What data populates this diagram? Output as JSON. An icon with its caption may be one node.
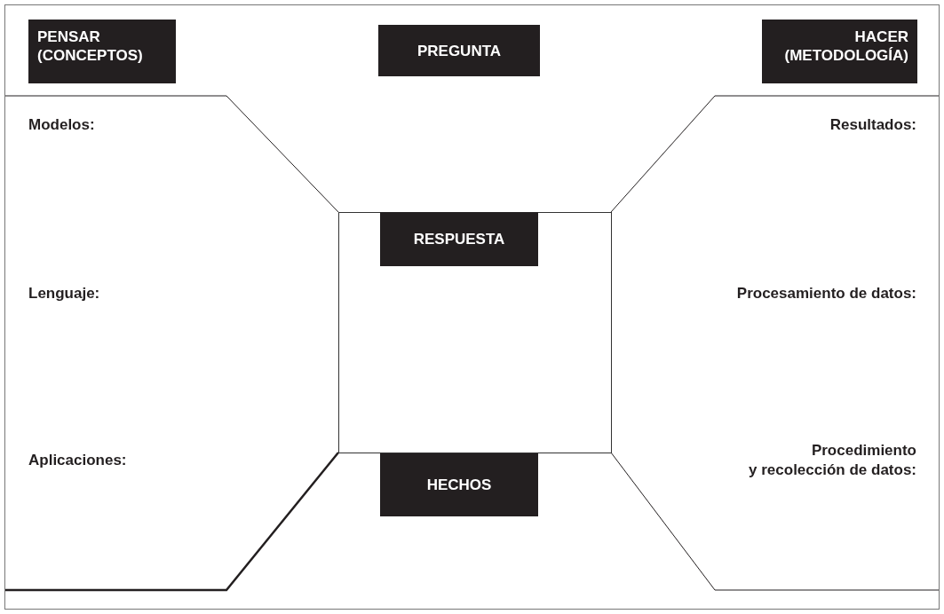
{
  "diagram": {
    "nodes": [
      {
        "text": [
          "PENSAR (CONCEPTOS)"
        ]
      },
      {
        "text": [
          "PREGUNTA"
        ]
      },
      {
        "text": [
          "HACER (METODOLOGÍA)"
        ]
      },
      {
        "text": [],
        "shape": "box"
      },
      {
        "text": [
          "RESPUESTA"
        ],
        "in": 3
      },
      {
        "text": [
          "HECHOS"
        ]
      }
    ],
    "edges": [],
    "labels": [
      "Modelos:",
      "Resultados:",
      "Lenguaje:",
      "Procesamiento de datos:",
      "Aplicaciones:",
      "Procedimiento y recolección de datos:"
    ]
  }
}
